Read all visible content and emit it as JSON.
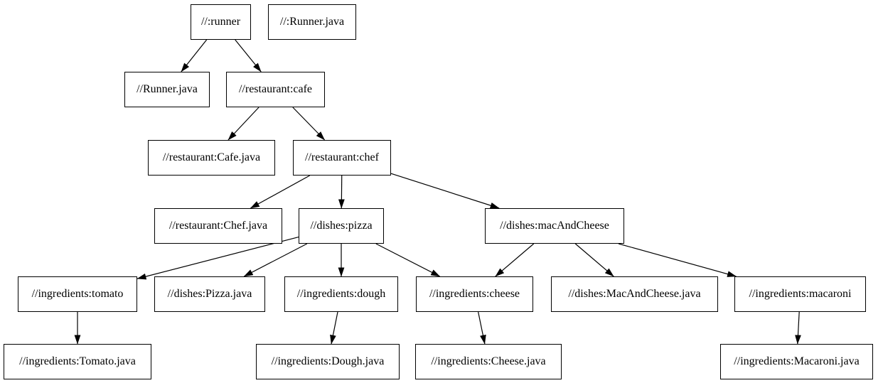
{
  "diagram": {
    "type": "dependency-graph",
    "colors": {
      "background": "#ffffff",
      "node_fill": "#ffffff",
      "node_border": "#000000",
      "text": "#000000",
      "edge": "#000000"
    },
    "nodes": [
      {
        "id": "runner",
        "label": "//:runner"
      },
      {
        "id": "runner_java_src",
        "label": "//:Runner.java"
      },
      {
        "id": "runner_java",
        "label": "//Runner.java"
      },
      {
        "id": "cafe",
        "label": "//restaurant:cafe"
      },
      {
        "id": "cafe_java",
        "label": "//restaurant:Cafe.java"
      },
      {
        "id": "chef",
        "label": "//restaurant:chef"
      },
      {
        "id": "chef_java",
        "label": "//restaurant:Chef.java"
      },
      {
        "id": "pizza",
        "label": "//dishes:pizza"
      },
      {
        "id": "mac_and_cheese",
        "label": "//dishes:macAndCheese"
      },
      {
        "id": "tomato",
        "label": "//ingredients:tomato"
      },
      {
        "id": "pizza_java",
        "label": "//dishes:Pizza.java"
      },
      {
        "id": "dough",
        "label": "//ingredients:dough"
      },
      {
        "id": "cheese",
        "label": "//ingredients:cheese"
      },
      {
        "id": "mac_and_cheese_java",
        "label": "//dishes:MacAndCheese.java"
      },
      {
        "id": "macaroni",
        "label": "//ingredients:macaroni"
      },
      {
        "id": "tomato_java",
        "label": "//ingredients:Tomato.java"
      },
      {
        "id": "dough_java",
        "label": "//ingredients:Dough.java"
      },
      {
        "id": "cheese_java",
        "label": "//ingredients:Cheese.java"
      },
      {
        "id": "macaroni_java",
        "label": "//ingredients:Macaroni.java"
      }
    ],
    "edges": [
      {
        "from": "runner",
        "to": "runner_java"
      },
      {
        "from": "runner",
        "to": "cafe"
      },
      {
        "from": "cafe",
        "to": "cafe_java"
      },
      {
        "from": "cafe",
        "to": "chef"
      },
      {
        "from": "chef",
        "to": "chef_java"
      },
      {
        "from": "chef",
        "to": "pizza"
      },
      {
        "from": "chef",
        "to": "mac_and_cheese"
      },
      {
        "from": "pizza",
        "to": "tomato"
      },
      {
        "from": "pizza",
        "to": "pizza_java"
      },
      {
        "from": "pizza",
        "to": "dough"
      },
      {
        "from": "pizza",
        "to": "cheese"
      },
      {
        "from": "mac_and_cheese",
        "to": "cheese"
      },
      {
        "from": "mac_and_cheese",
        "to": "mac_and_cheese_java"
      },
      {
        "from": "mac_and_cheese",
        "to": "macaroni"
      },
      {
        "from": "tomato",
        "to": "tomato_java"
      },
      {
        "from": "dough",
        "to": "dough_java"
      },
      {
        "from": "cheese",
        "to": "cheese_java"
      },
      {
        "from": "macaroni",
        "to": "macaroni_java"
      }
    ]
  }
}
